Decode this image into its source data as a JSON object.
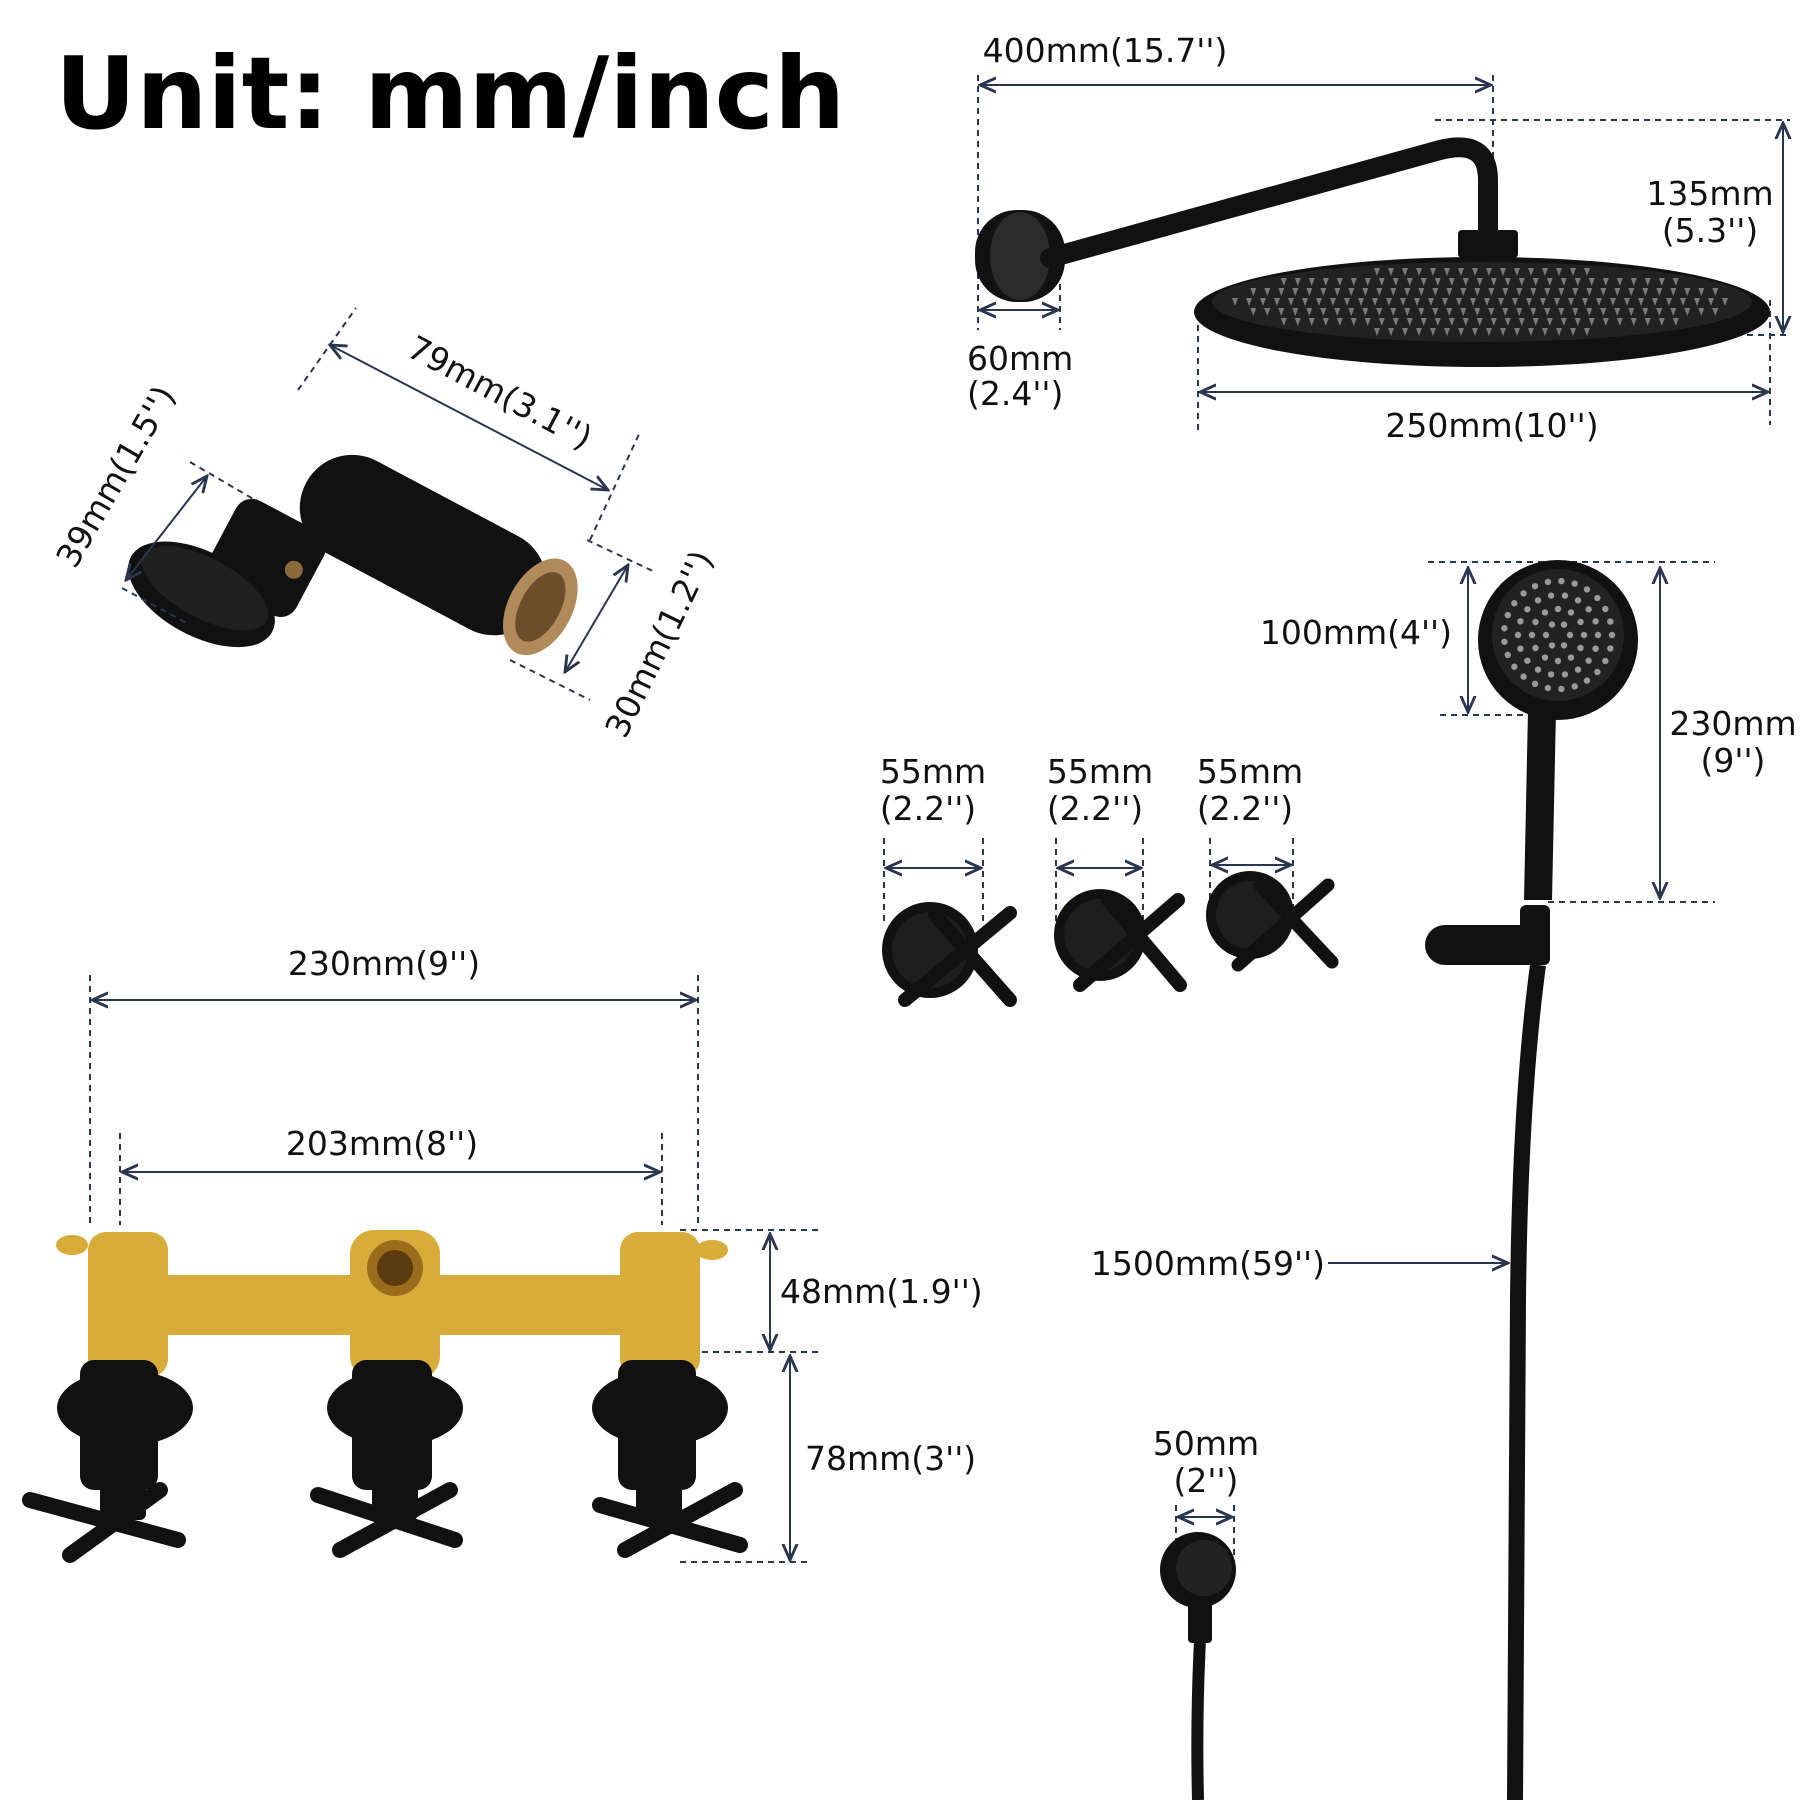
{
  "title": "Unit: mm/inch",
  "dimensions": {
    "arm_length": "400mm(15.7'')",
    "arm_height_mm": "135mm",
    "arm_height_in": "(5.3'')",
    "flange_mm": "60mm",
    "flange_in": "(2.4'')",
    "head_diameter": "250mm(10'')",
    "holder_length": "79mm(3.1'')",
    "holder_base": "39mm(1.5'')",
    "holder_bore": "30mm(1.2'')",
    "hand_head": "100mm(4'')",
    "hand_length_mm": "230mm",
    "hand_length_in": "(9'')",
    "handle_1_mm": "55mm",
    "handle_1_in": "(2.2'')",
    "handle_2_mm": "55mm",
    "handle_2_in": "(2.2'')",
    "handle_3_mm": "55mm",
    "handle_3_in": "(2.2'')",
    "valve_overall": "230mm(9'')",
    "valve_centers": "203mm(8'')",
    "valve_body_height": "48mm(1.9'')",
    "valve_stem_height": "78mm(3'')",
    "hose_length": "1500mm(59'')",
    "elbow_mm": "50mm",
    "elbow_in": "(2'')"
  }
}
